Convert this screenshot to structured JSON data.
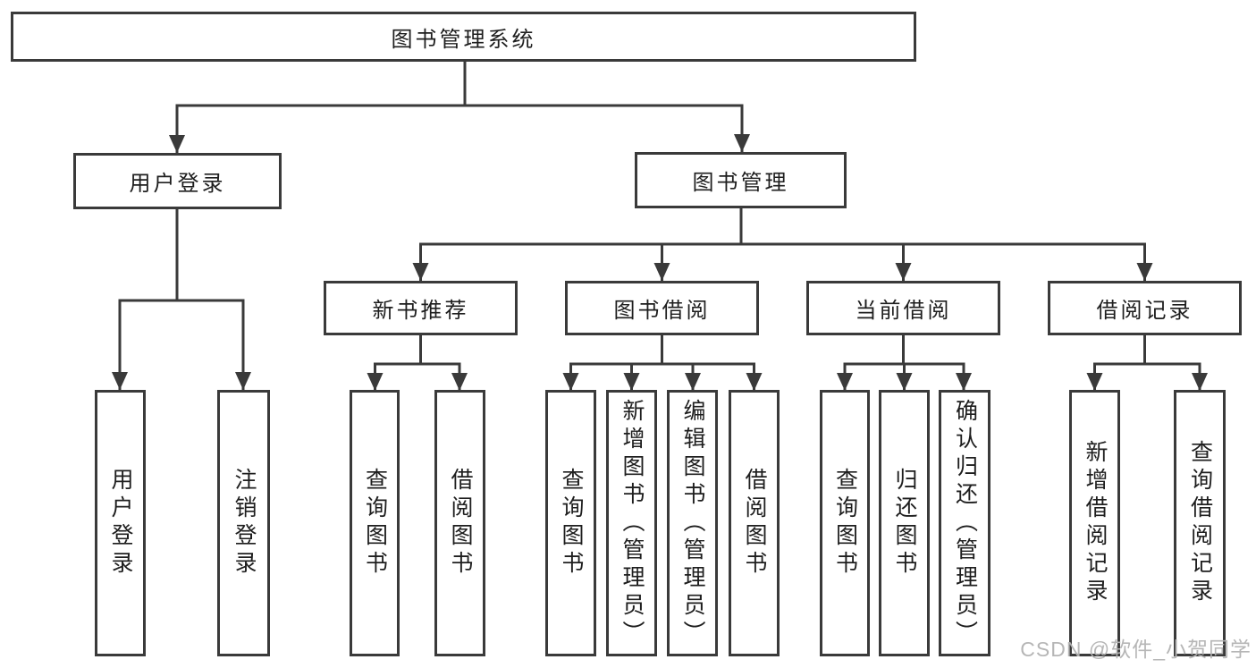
{
  "colors": {
    "line": "#3a3a3a",
    "node_border": "#3a3a3a",
    "text": "#1e1e1e",
    "background": "#ffffff",
    "watermark": "#b2b2b2"
  },
  "watermark": {
    "text": "CSDN @软件_小贺同学"
  },
  "tree": {
    "root": {
      "label": "图书管理系统",
      "children": [
        {
          "label": "用户登录",
          "children": [
            {
              "label": "用户登录"
            },
            {
              "label": "注销登录"
            }
          ]
        },
        {
          "label": "图书管理",
          "children": [
            {
              "label": "新书推荐",
              "children": [
                {
                  "label": "查询图书"
                },
                {
                  "label": "借阅图书"
                }
              ]
            },
            {
              "label": "图书借阅",
              "children": [
                {
                  "label": "查询图书"
                },
                {
                  "label": "新增图书（管理员）"
                },
                {
                  "label": "编辑图书（管理员）"
                },
                {
                  "label": "借阅图书"
                }
              ]
            },
            {
              "label": "当前借阅",
              "children": [
                {
                  "label": "查询图书"
                },
                {
                  "label": "归还图书"
                },
                {
                  "label": "确认归还（管理员）"
                }
              ]
            },
            {
              "label": "借阅记录",
              "children": [
                {
                  "label": "新增借阅记录"
                },
                {
                  "label": "查询借阅记录"
                }
              ]
            }
          ]
        }
      ]
    }
  }
}
